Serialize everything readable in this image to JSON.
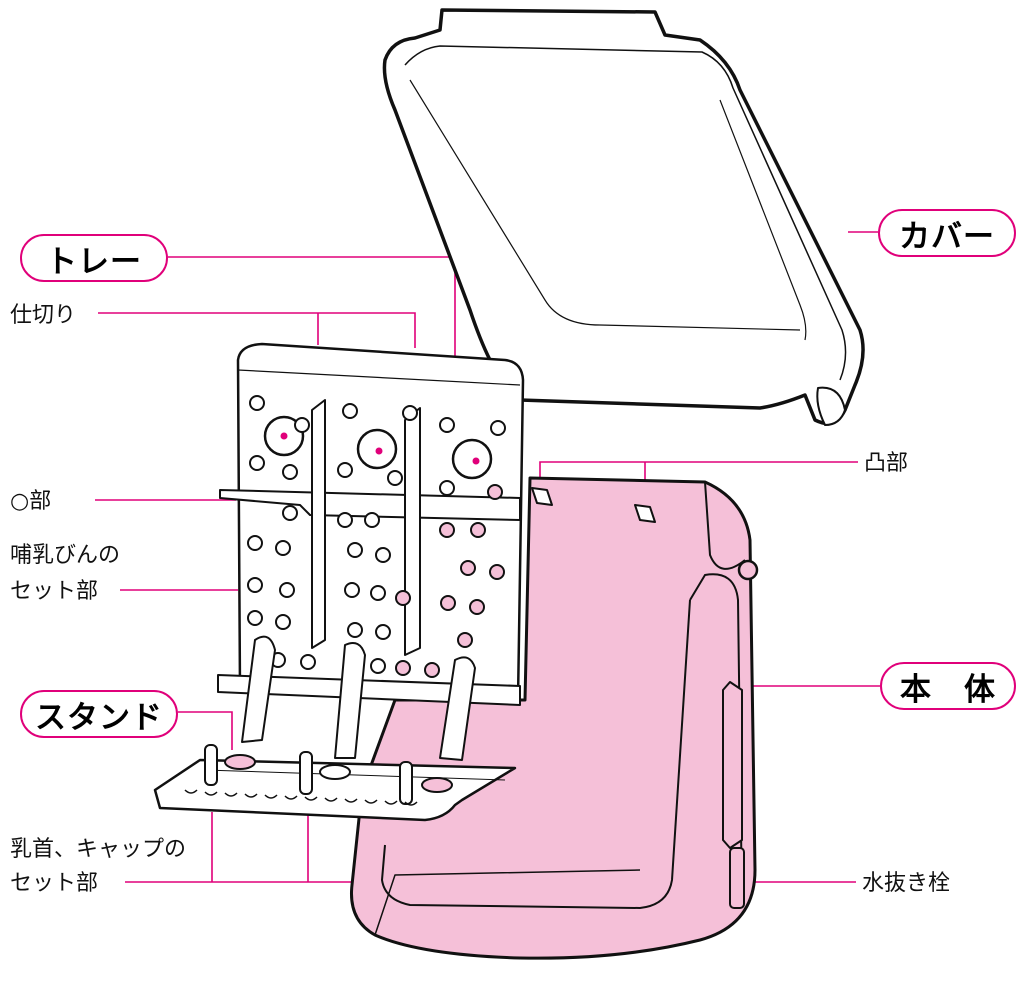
{
  "callouts": {
    "cover": "カバー",
    "tray": "トレー",
    "stand": "スタンド",
    "body": "本　体"
  },
  "labels": {
    "partition": "仕切り",
    "o_part": "○部",
    "bottle_set_line1": "哺乳びんの",
    "bottle_set_line2": "セット部",
    "convex_part": "凸部",
    "nipple_set_line1": "乳首、キャップの",
    "nipple_set_line2": "セット部",
    "drain_plug": "水抜き栓"
  },
  "colors": {
    "accent": "#e0007a",
    "body_fill": "#f5c0d8",
    "outline": "#111111"
  }
}
